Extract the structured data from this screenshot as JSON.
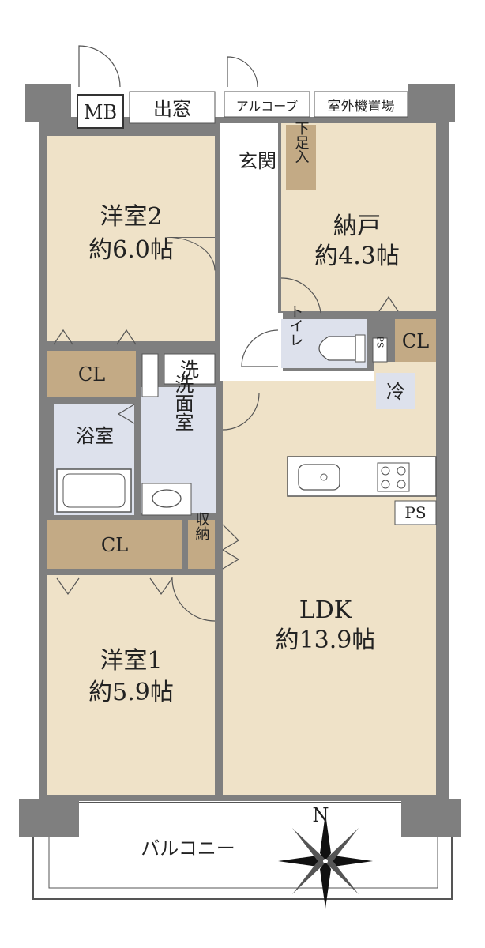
{
  "rooms": {
    "western2": {
      "name": "洋室2",
      "area": "約6.0帖"
    },
    "storage_room": {
      "name": "納戸",
      "area": "約4.3帖"
    },
    "ldk": {
      "name": "LDK",
      "area": "約13.9帖"
    },
    "western1": {
      "name": "洋室1",
      "area": "約5.9帖"
    },
    "bath": {
      "name": "浴室"
    },
    "washroom": {
      "name": "洗面室"
    },
    "toilet": {
      "name": "トイレ"
    },
    "entrance": {
      "name": "玄関"
    }
  },
  "labels": {
    "mb": "MB",
    "bay_window": "出窓",
    "alcove": "アルコーブ",
    "outdoor_unit": "室外機置場",
    "shoe_storage": "下足入",
    "closet": "CL",
    "ps": "PS",
    "washer": "洗",
    "fridge": "冷",
    "storage": "収納",
    "balcony": "バルコニー",
    "north": "N"
  },
  "colors": {
    "room_floor": "#efe2c8",
    "closet": "#c3aa85",
    "wet_area": "#dde1ec",
    "wall": "#7f7f7f",
    "corridor": "#ffffff"
  }
}
